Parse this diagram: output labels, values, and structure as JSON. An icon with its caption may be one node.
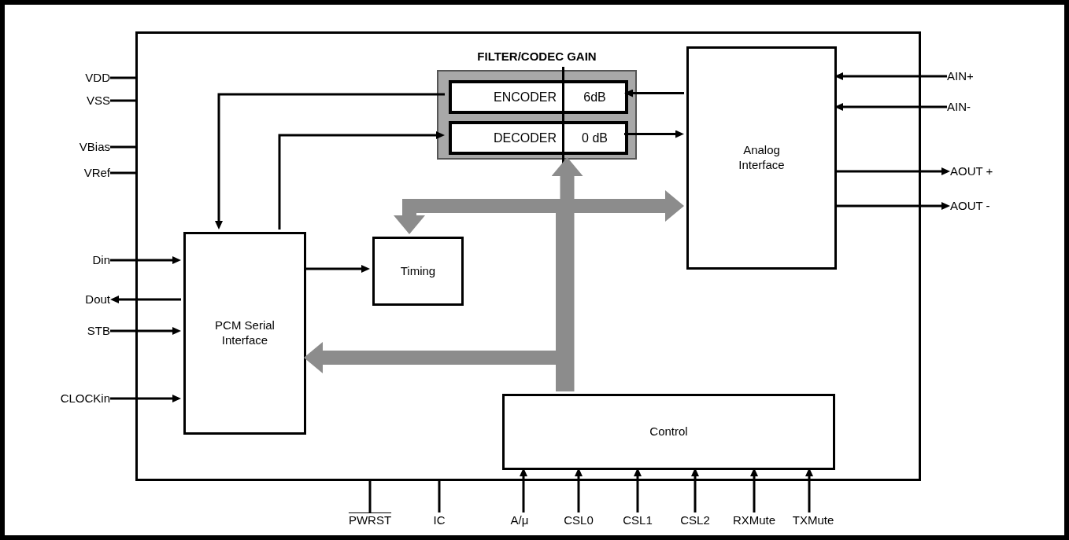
{
  "diagram": {
    "nodes": [
      {
        "text": [],
        "shape": "box"
      },
      {
        "text": [
          "FILTER/CODEC GAIN"
        ],
        "in": 0
      },
      {
        "text": [
          "ENCODER",
          "6dB"
        ],
        "in": 1
      },
      {
        "text": [
          "DECODER",
          "0 dB"
        ],
        "in": 1
      },
      {
        "text": [
          "Analog Interface"
        ],
        "in": 0
      },
      {
        "text": [
          "PCM Serial Interface"
        ],
        "in": 0
      },
      {
        "text": [
          "Timing"
        ],
        "in": 0
      },
      {
        "text": [
          "Control"
        ],
        "in": 0
      },
      {
        "text": [
          "VDD"
        ]
      },
      {
        "text": [
          "VSS"
        ]
      },
      {
        "text": [
          "VBias"
        ]
      },
      {
        "text": [
          "VRef"
        ]
      },
      {
        "text": [
          "Din"
        ]
      },
      {
        "text": [
          "Dout"
        ]
      },
      {
        "text": [
          "STB"
        ]
      },
      {
        "text": [
          "CLOCKin"
        ]
      },
      {
        "text": [
          "AIN+"
        ]
      },
      {
        "text": [
          "AIN-"
        ]
      },
      {
        "text": [
          "AOUT +"
        ]
      },
      {
        "text": [
          "AOUT -"
        ]
      },
      {
        "text": [
          "PWRST"
        ]
      },
      {
        "text": [
          "IC"
        ]
      },
      {
        "text": [
          "A/μ"
        ]
      },
      {
        "text": [
          "CSL0"
        ]
      },
      {
        "text": [
          "CSL1"
        ]
      },
      {
        "text": [
          "CSL2"
        ]
      },
      {
        "text": [
          "RXMute"
        ]
      },
      {
        "text": [
          "TXMute"
        ]
      }
    ],
    "edges": [
      {
        "from": 8,
        "to": 0,
        "arrow": "none"
      },
      {
        "from": 9,
        "to": 0,
        "arrow": "none"
      },
      {
        "from": 10,
        "to": 0,
        "arrow": "none"
      },
      {
        "from": 11,
        "to": 0,
        "arrow": "none"
      },
      {
        "from": 12,
        "to": 5,
        "arrow": "to"
      },
      {
        "from": 5,
        "to": 13,
        "arrow": "to"
      },
      {
        "from": 14,
        "to": 5,
        "arrow": "to"
      },
      {
        "from": 15,
        "to": 5,
        "arrow": "to"
      },
      {
        "from": 16,
        "to": 4,
        "arrow": "to"
      },
      {
        "from": 17,
        "to": 4,
        "arrow": "to"
      },
      {
        "from": 4,
        "to": 18,
        "arrow": "to"
      },
      {
        "from": 4,
        "to": 19,
        "arrow": "to"
      },
      {
        "from": 20,
        "to": 0,
        "arrow": "none"
      },
      {
        "from": 21,
        "to": 0,
        "arrow": "none"
      },
      {
        "from": 22,
        "to": 7,
        "arrow": "to"
      },
      {
        "from": 23,
        "to": 7,
        "arrow": "to"
      },
      {
        "from": 24,
        "to": 7,
        "arrow": "to"
      },
      {
        "from": 25,
        "to": 7,
        "arrow": "to"
      },
      {
        "from": 26,
        "to": 7,
        "arrow": "to"
      },
      {
        "from": 27,
        "to": 7,
        "arrow": "to"
      },
      {
        "from": 2,
        "to": 5,
        "arrow": "to"
      },
      {
        "from": 5,
        "to": 3,
        "arrow": "to"
      },
      {
        "from": 4,
        "to": 2,
        "arrow": "to"
      },
      {
        "from": 3,
        "to": 4,
        "arrow": "to"
      },
      {
        "from": 5,
        "to": 6,
        "arrow": "to"
      },
      {
        "from": 7,
        "to": 1,
        "arrow": "to",
        "style": "thick",
        "color": "#8c8c8c"
      },
      {
        "from": 7,
        "to": 5,
        "arrow": "to",
        "style": "thick",
        "color": "#8c8c8c"
      },
      {
        "from": 7,
        "to": 6,
        "arrow": "to",
        "style": "thick",
        "color": "#8c8c8c"
      },
      {
        "from": 7,
        "to": 4,
        "arrow": "to",
        "style": "thick",
        "color": "#8c8c8c"
      }
    ]
  }
}
